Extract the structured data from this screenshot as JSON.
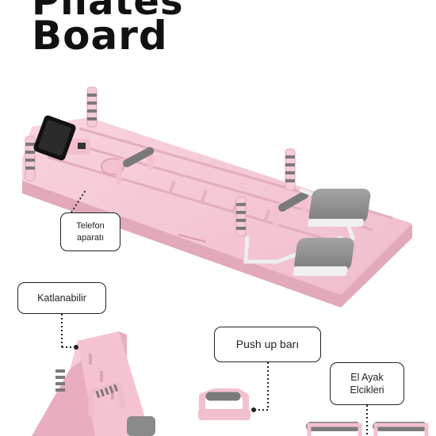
{
  "heading": {
    "line1": "Pilates",
    "line2": "Board"
  },
  "callouts": {
    "phone_holder": [
      "Telefon",
      "aparatı"
    ],
    "foldable": "Katlanabilir",
    "push_up_bar": "Push up barı",
    "hand_foot_grips": [
      "El Ayak",
      "Elcikleri"
    ]
  },
  "colors": {
    "board_pink": "#f4c6d2",
    "board_shadow": "#e2a9b9",
    "pad_gray": "#8c8c8c",
    "grip_gray": "#7a7a7a",
    "text_dark": "#111111"
  }
}
